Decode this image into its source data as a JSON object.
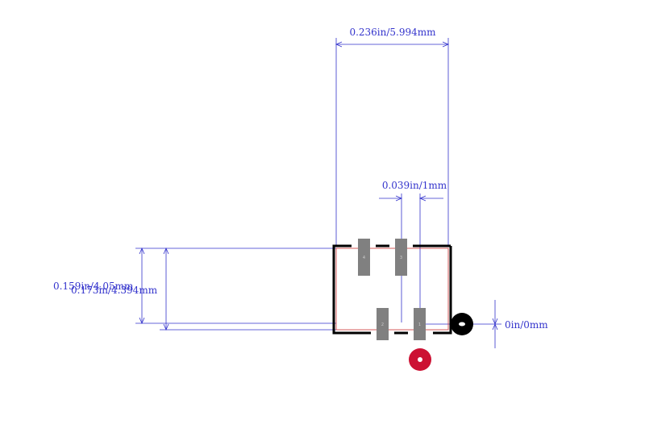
{
  "dimensions": {
    "width_total": "0.236in/5.994mm",
    "pad_pitch": "0.039in/1mm",
    "height_pads": "0.159in/4.05mm",
    "height_body": "0.173in/4.394mm",
    "origin": "0in/0mm"
  },
  "pads": [
    {
      "label": "4"
    },
    {
      "label": "3"
    },
    {
      "label": "2"
    },
    {
      "label": "1"
    }
  ],
  "colors": {
    "dimension": "#3333cc",
    "outline": "#000000",
    "pad": "#808080",
    "courtyard": "#cc3333",
    "pin1_marker": "#cc1133"
  }
}
